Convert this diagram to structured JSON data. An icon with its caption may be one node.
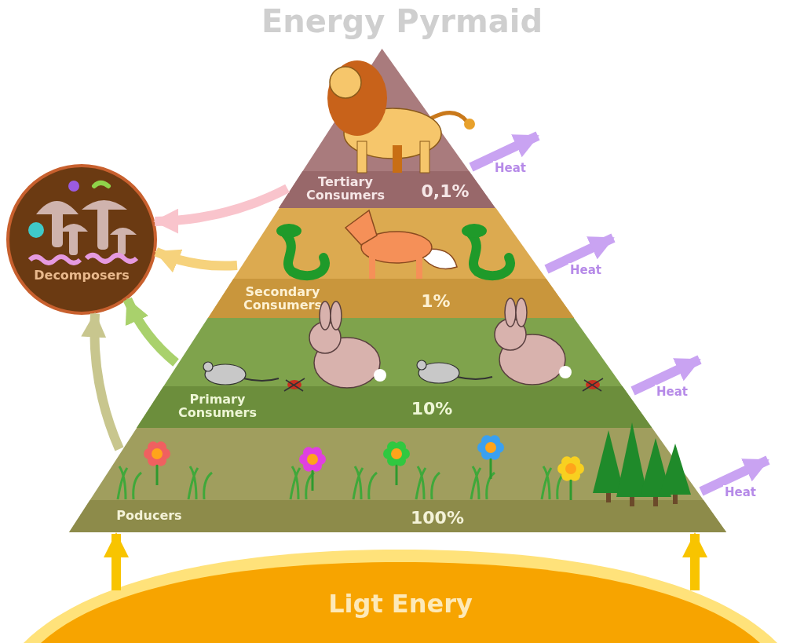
{
  "diagram": {
    "title": "Energy Pyrmaid",
    "nodes": [
      {
        "text": [
          "Tertiary Consumers",
          "0,1%"
        ]
      },
      {
        "text": [
          "Secondary Consumers",
          "1%"
        ]
      },
      {
        "text": [
          "Primary Consumers",
          "10%"
        ]
      },
      {
        "text": [
          "Poducers",
          "100%"
        ]
      },
      {
        "text": [
          "Decomposers"
        ]
      },
      {
        "text": [
          "Ligt Enery"
        ]
      }
    ],
    "edges": [
      {
        "from": 0,
        "to": 4,
        "arrow": "to",
        "color": "#f9c4cc"
      },
      {
        "from": 1,
        "to": 4,
        "arrow": "to",
        "color": "#f6d27c"
      },
      {
        "from": 2,
        "to": 4,
        "arrow": "to",
        "color": "#a9d16c"
      },
      {
        "from": 3,
        "to": 4,
        "arrow": "to",
        "color": "#c8c68e"
      },
      {
        "from": 0,
        "to": null,
        "arrow": "to",
        "label": "Heat",
        "color": "#c9a3f2"
      },
      {
        "from": 1,
        "to": null,
        "arrow": "to",
        "label": "Heat",
        "color": "#c9a3f2"
      },
      {
        "from": 2,
        "to": null,
        "arrow": "to",
        "label": "Heat",
        "color": "#c9a3f2"
      },
      {
        "from": 3,
        "to": null,
        "arrow": "to",
        "label": "Heat",
        "color": "#c9a3f2"
      },
      {
        "from": 5,
        "to": 3,
        "arrow": "to",
        "color": "#f8c400"
      },
      {
        "from": 5,
        "to": 3,
        "arrow": "to",
        "color": "#f8c400"
      }
    ]
  }
}
